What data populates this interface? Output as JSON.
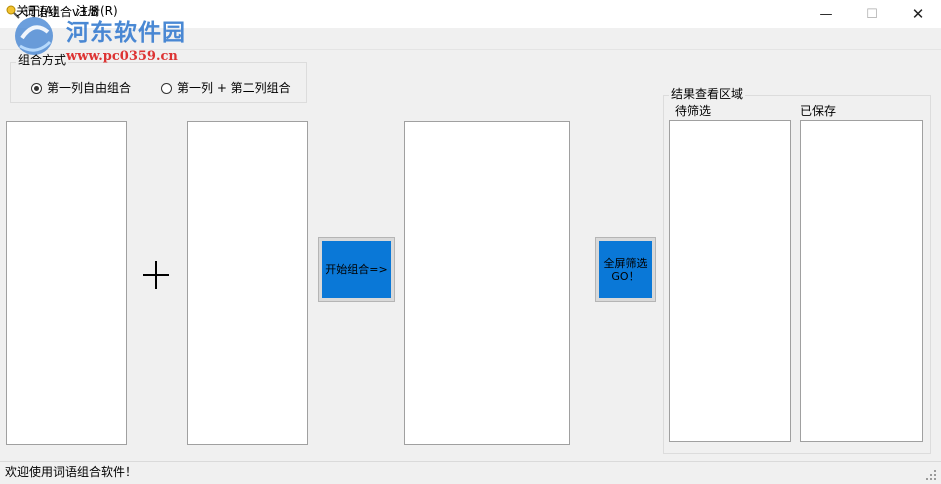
{
  "window": {
    "title": "词语组合v3.8",
    "controls": {
      "minimize": "—",
      "maximize": "☐",
      "close": "✕"
    }
  },
  "menu": {
    "about": "关于(A)",
    "register": "注册(R)"
  },
  "watermark": {
    "site_name": "河东软件园",
    "url": "www.pc0359.cn"
  },
  "combine_mode": {
    "legend": "组合方式",
    "options": [
      {
        "label": "第一列自由组合",
        "selected": true
      },
      {
        "label": "第一列 + 第二列组合",
        "selected": false
      }
    ]
  },
  "operator": "+",
  "buttons": {
    "combine": "开始组合=>",
    "full_screen_line1": "全屏筛选",
    "full_screen_line2": "GO！"
  },
  "results": {
    "legend": "结果查看区域",
    "pending_label": "待筛选",
    "saved_label": "已保存"
  },
  "status": {
    "message": "欢迎使用词语组合软件！"
  },
  "colors": {
    "button_fill": "#0a78d7",
    "watermark_blue": "#3b7fd1",
    "watermark_red": "#dd3333"
  }
}
